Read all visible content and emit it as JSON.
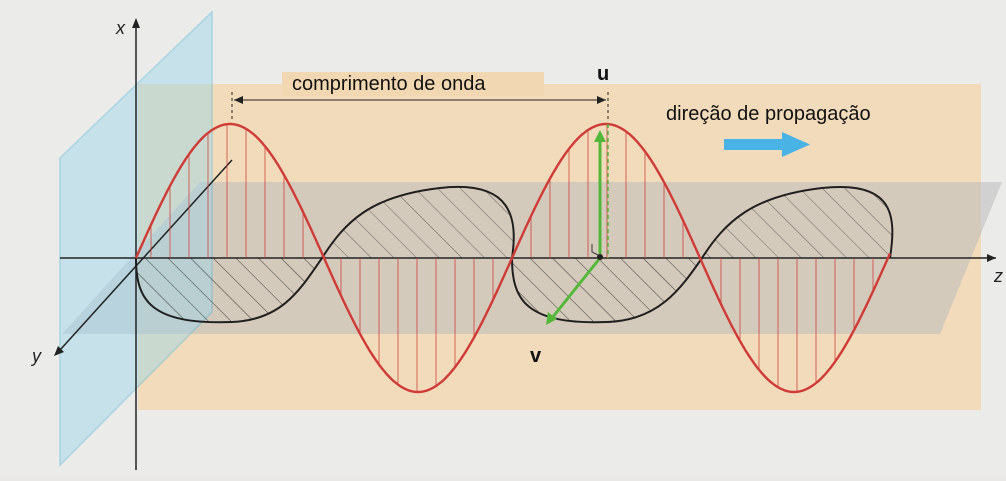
{
  "labels": {
    "axis_x": "x",
    "axis_y": "y",
    "axis_z": "z",
    "wavelength": "comprimento de onda",
    "direction": "direção de propagação",
    "vector_u": "u",
    "vector_v": "v"
  },
  "colors": {
    "electric_wave": "#cf3b37",
    "magnetic_wave": "#1f1f1f",
    "vertical_plane": "#f3d9b4",
    "horizontal_plane": "#bdbdbd",
    "front_plane": "#8fd3ea",
    "vector": "#53b83a",
    "arrow": "#49b3e6",
    "background": "#e9e8e7"
  },
  "icons": {
    "direction": "right-arrow-icon"
  }
}
